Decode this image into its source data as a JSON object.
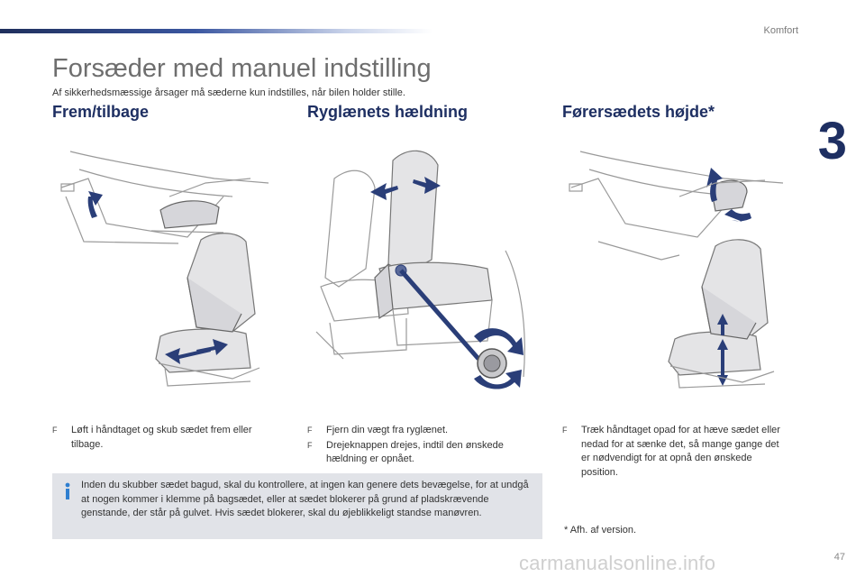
{
  "header": {
    "section": "Komfort",
    "chapter_number": "3"
  },
  "title": "Forsæder med manuel indstilling",
  "subtitle": "Af sikkerhedsmæssige årsager må sæderne kun indstilles, når bilen holder stille.",
  "columns": [
    {
      "heading": "Frem/tilbage",
      "bullets": [
        "Løft i håndtaget og skub sædet frem eller tilbage."
      ]
    },
    {
      "heading": "Ryglænets hældning",
      "bullets": [
        "Fjern din vægt fra ryglænet.",
        "Drejeknappen drejes, indtil den ønskede hældning er opnået."
      ]
    },
    {
      "heading": "Førersædets højde*",
      "bullets": [
        "Træk håndtaget opad for at hæve sædet eller nedad for at sænke det, så mange gange det er nødvendigt for at opnå den ønskede position."
      ]
    }
  ],
  "bullet_marker": "F",
  "info": "Inden du skubber sædet bagud, skal du kontrollere, at ingen kan genere dets bevægelse, for at undgå at nogen kommer i klemme på bagsædet, eller at sædet blokerer på grund af pladskrævende genstande, der står på gulvet. Hvis sædet blokerer, skal du øjeblikkeligt standse manøvren.",
  "footnote": "* Afh. af version.",
  "page_number": "47",
  "watermark": "carmanualsonline.info",
  "icons": [
    "info-icon",
    "direction-arrow-icon"
  ],
  "colors": {
    "accent": "#1e2f62",
    "infobox": "#e1e3e8",
    "title": "#6e6e6e"
  }
}
